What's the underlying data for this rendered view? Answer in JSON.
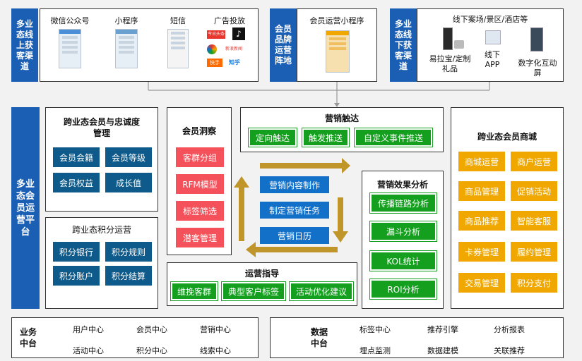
{
  "top_left_channel": {
    "label": "多业态线上获客渠道"
  },
  "online_channels": [
    {
      "label": "微信公众号",
      "icon": "wechat-official-account-screenshot"
    },
    {
      "label": "小程序",
      "icon": "mini-program-screenshot"
    },
    {
      "label": "短信",
      "icon": "sms-screenshot"
    },
    {
      "label": "广告投放",
      "icon": "ad-platform-logos"
    }
  ],
  "ad_logos": [
    "今日头条",
    "抖音",
    "微博",
    "新浪新闻",
    "快手",
    "知乎"
  ],
  "brand_matrix": {
    "label": "会员品牌运营阵地",
    "item_label": "会员运营小程序"
  },
  "offline_channel": {
    "label": "多业态线下获客渠道",
    "header": "线下案场/景区/酒店等",
    "items": [
      {
        "label": "易拉宝/定制礼品",
        "icon": "rollup-banner-icon"
      },
      {
        "label": "线下APP",
        "icon": "mobile-app-icon"
      },
      {
        "label": "数字化互动屏",
        "icon": "kiosk-screen-icon"
      }
    ]
  },
  "platform_label": "多业态会员运营平台",
  "loyalty": {
    "title": "跨业态会员与忠诚度管理",
    "items": [
      "会员会籍",
      "会员等级",
      "会员权益",
      "成长值"
    ]
  },
  "points": {
    "title": "跨业态积分运营",
    "items": [
      "积分银行",
      "积分规则",
      "积分账户",
      "积分结算"
    ]
  },
  "insight": {
    "title": "会员洞察",
    "items": [
      "客群分组",
      "RFM模型",
      "标签筛选",
      "潜客管理"
    ]
  },
  "touch": {
    "title": "营销触达",
    "items": [
      "定向触达",
      "触发推送",
      "自定义事件推送"
    ]
  },
  "center_items": [
    "营销内容制作",
    "制定营销任务",
    "营销日历"
  ],
  "guidance": {
    "title": "运营指导",
    "items": [
      "维挽客群",
      "典型客户标签",
      "活动优化建议"
    ]
  },
  "effect": {
    "title": "营销效果分析",
    "items": [
      "传播链路分析",
      "漏斗分析",
      "KOL统计",
      "ROI分析"
    ]
  },
  "mall": {
    "title": "跨业态会员商城",
    "items": [
      "商城运营",
      "商户运营",
      "商品管理",
      "促销活动",
      "商品推荐",
      "智能客服",
      "卡券管理",
      "履约管理",
      "交易管理",
      "积分支付"
    ]
  },
  "business_mid": {
    "label": "业务中台",
    "items": [
      "用户中心",
      "会员中心",
      "营销中心",
      "活动中心",
      "积分中心",
      "线索中心"
    ]
  },
  "data_mid": {
    "label": "数据中台",
    "items": [
      "标签中心",
      "推荐引擎",
      "分析报表",
      "埋点监测",
      "数据建模",
      "关联推荐"
    ]
  },
  "colors": {
    "blue": "#1a5fb4",
    "dark_blue": "#0e5a8a",
    "red": "#f4515a",
    "green": "#14a01e",
    "mid_blue": "#1270c9",
    "gold": "#f0a800",
    "arrow": "#c0952a"
  }
}
